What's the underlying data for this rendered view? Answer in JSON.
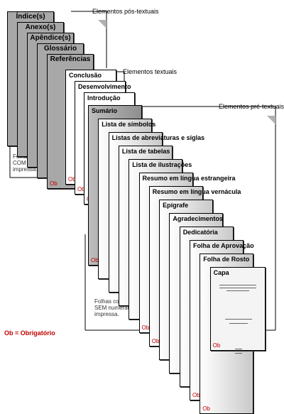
{
  "headings": {
    "post": "Elementos pós-textuais",
    "text": "Elementos textuais",
    "pre": "Elementos pré-textuais"
  },
  "notes": {
    "with_numbering": [
      "Folhas contadas",
      "COM numeração",
      "impressa."
    ],
    "without_numbering": [
      "Folhas contadas",
      "SEM numeração",
      "impressa."
    ]
  },
  "ob_label": "Ob",
  "legend": "Ob = Obrigatório",
  "post_textual": [
    {
      "label": "Índice(s)",
      "required": false
    },
    {
      "label": "Anexo(s)",
      "required": false
    },
    {
      "label": "Apêndice(s)",
      "required": false
    },
    {
      "label": "Glossário",
      "required": false
    },
    {
      "label": "Referências",
      "required": true
    }
  ],
  "textual": [
    {
      "label": "Conclusão",
      "required": true
    },
    {
      "label": "Desenvolvimento",
      "required": true
    },
    {
      "label": "Introdução",
      "required": true
    }
  ],
  "pre_textual": [
    {
      "label": "Sumário",
      "required": true
    },
    {
      "label": "Lista de símbolos",
      "required": false
    },
    {
      "label": "Listas de abreviaturas e siglas",
      "required": false
    },
    {
      "label": "Lista de tabelas",
      "required": false
    },
    {
      "label": "Lista de ilustrações",
      "required": false
    },
    {
      "label": "Resumo em língua estrangeira",
      "required": true
    },
    {
      "label": "Resumo em língua vernácula",
      "required": true
    },
    {
      "label": "Epígrafe",
      "required": false
    },
    {
      "label": "Agradecimentos",
      "required": false
    },
    {
      "label": "Dedicatória",
      "required": false
    },
    {
      "label": "Folha de Aprovação",
      "required": true
    },
    {
      "label": "Folha de Rosto",
      "required": true
    },
    {
      "label": "Capa",
      "required": true
    }
  ]
}
